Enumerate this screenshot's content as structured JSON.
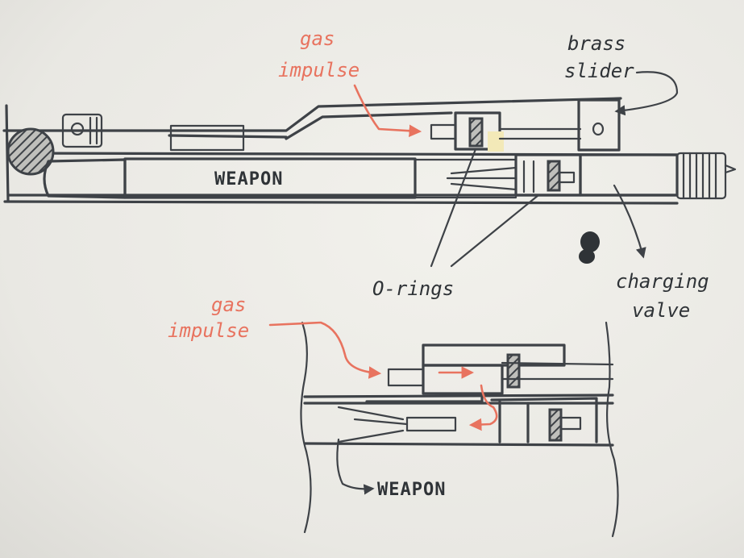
{
  "labels": {
    "top_gas_impulse_1": "gas",
    "top_gas_impulse_2": "impulse",
    "brass_slider_1": "brass",
    "brass_slider_2": "slider",
    "weapon_top": "WEAPON",
    "o_rings": "O-rings",
    "charging_valve_1": "charging",
    "charging_valve_2": "valve",
    "bottom_gas_impulse_1": "gas",
    "bottom_gas_impulse_2": "impulse",
    "weapon_bottom": "WEAPON"
  },
  "colors": {
    "ink": "#3e4247",
    "red_ink": "#e8735f",
    "paper": "#ecebe6"
  }
}
